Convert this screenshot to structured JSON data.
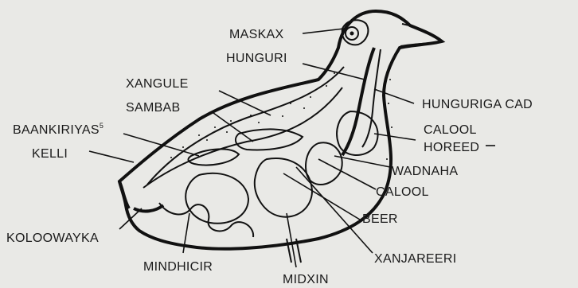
{
  "labels": {
    "maskax": "MASKAX",
    "hunguri": "HUNGURI",
    "xangule": "XANGULE",
    "sambab": "SAMBAB",
    "baankiriyas": "BAANKIRIYAS",
    "baankiriyas_sup": "5",
    "kelli": "KELLI",
    "koloowayka": "KOLOOWAYKA",
    "mindhicir": "MINDHICIR",
    "midxin": "MIDXIN",
    "xanjareeri": "XANJAREERI",
    "beer": "BEER",
    "calool_lower": "CALOOL",
    "wadnaha": "WADNAHA",
    "calool_horeed_1": "CALOOL",
    "calool_horeed_2": "HOREED",
    "hunguriga_cad": "HUNGURIGA CAD"
  }
}
